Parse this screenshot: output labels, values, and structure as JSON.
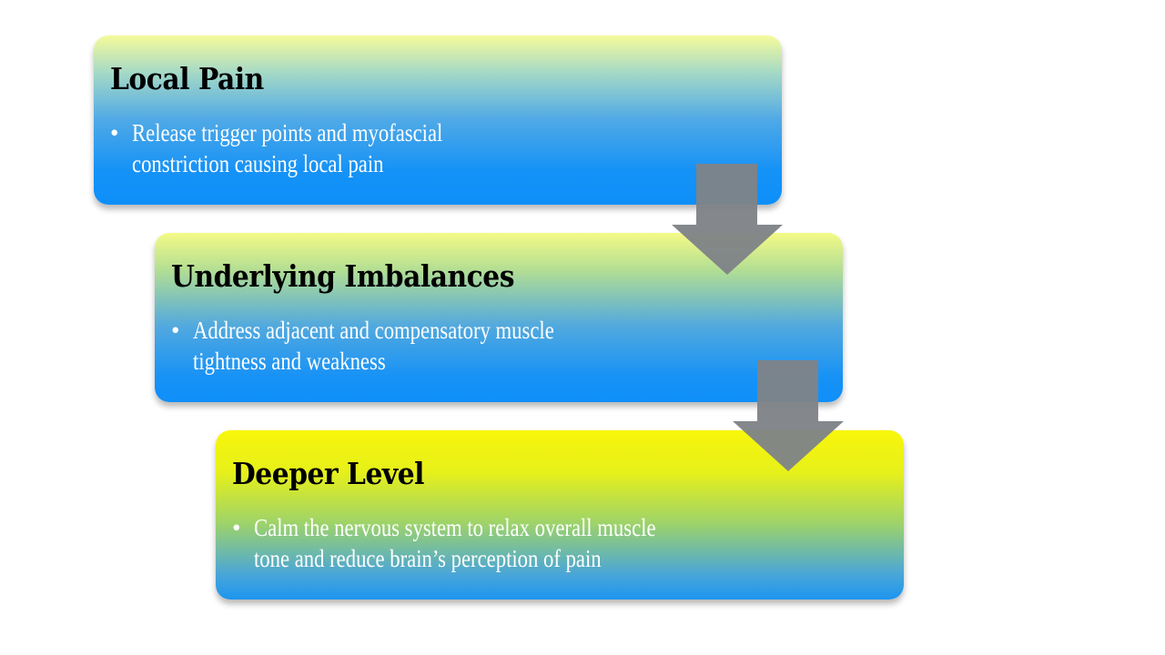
{
  "steps": [
    {
      "title": "Local Pain",
      "bullets": [
        [
          "Release trigger points and myofascial",
          "constriction causing local pain"
        ]
      ]
    },
    {
      "title": "Underlying Imbalances",
      "bullets": [
        [
          "Address adjacent and compensatory muscle",
          "tightness and weakness"
        ]
      ]
    },
    {
      "title": "Deeper Level",
      "bullets": [
        [
          "Calm the nervous system to relax overall muscle",
          "tone and reduce brain’s perception of pain"
        ]
      ]
    }
  ],
  "bullet_glyph": "•",
  "colors": {
    "arrow_fill": "#7f8387",
    "title_text": "#000000",
    "body_text": "#ffffff"
  },
  "icons": {
    "connector": "down-arrow-icon"
  }
}
